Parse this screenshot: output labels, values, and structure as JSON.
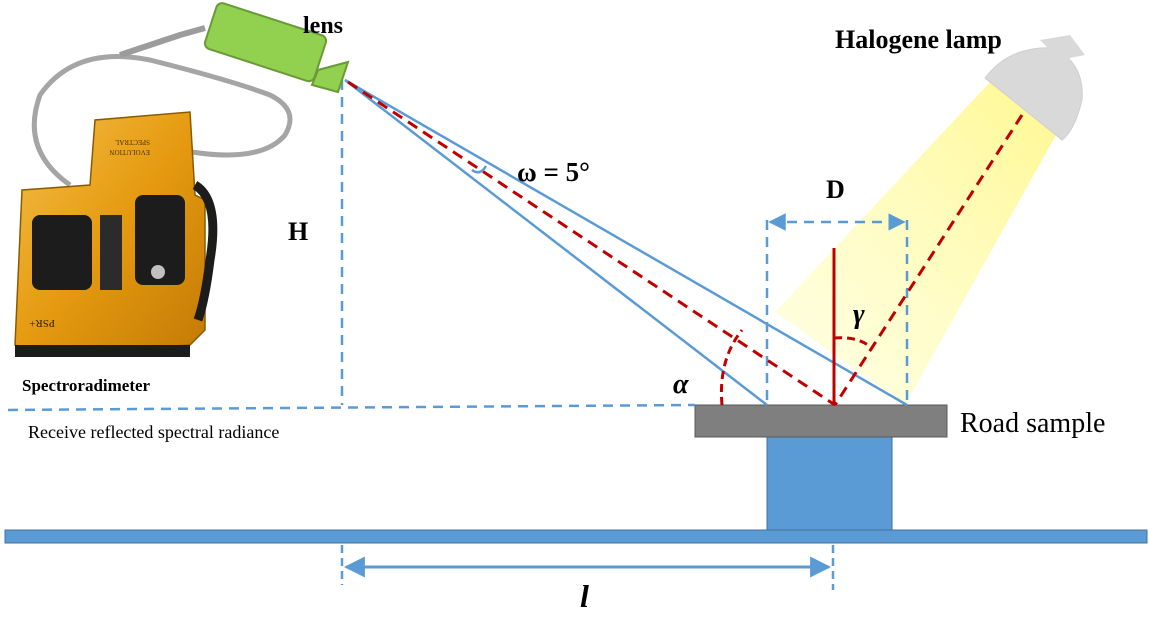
{
  "labels": {
    "lens": "lens",
    "halogen_lamp": "Halogene lamp",
    "spectroradiometer": "Spectroradimeter",
    "receive_text": "Receive reflected spectral radiance",
    "road_sample": "Road sample",
    "height": "H",
    "diameter": "D",
    "distance": "l",
    "alpha": "α",
    "gamma": "γ",
    "omega_eq": "ω = 5°"
  },
  "device": {
    "brand_line1": "SPECTRAL",
    "brand_line2": "EVOLUTION",
    "model": "PSR+"
  },
  "colors": {
    "beam_blue": "#5b9bd5",
    "sample_gray": "#7f7f7f",
    "stand_blue": "#5b9bd5",
    "dashed_red": "#c00000",
    "normal_red": "#c00000",
    "lens_green": "#92d050",
    "light_yellow": "#ffff99",
    "device_gold": "#e8a317"
  }
}
